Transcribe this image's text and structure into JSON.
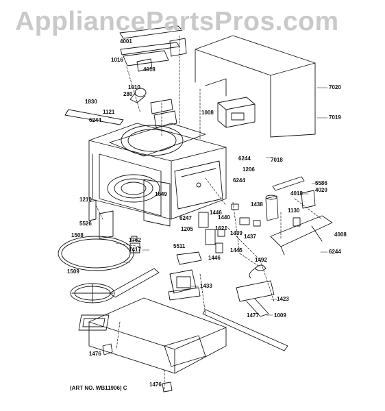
{
  "watermark": "AppliancePartsPros.com",
  "art_number": "(ART NO. WB11906) C",
  "parts": {
    "p4001": "4001",
    "p1016": "1016",
    "p4018a": "4018",
    "p1010": "1010",
    "p280": "280",
    "p1830": "1830",
    "p1121": "1121",
    "p6244a": "6244",
    "p1008": "1008",
    "p7020": "7020",
    "p7019": "7019",
    "p6244b": "6244",
    "p7018": "7018",
    "p1206": "1206",
    "p6244c": "6244",
    "p5586": "5586",
    "p4020": "4020",
    "p4018b": "4018",
    "p1210": "1210",
    "p1649": "1649",
    "p1438": "1438",
    "p5526": "5526",
    "p6247": "6247",
    "p1446a": "1446",
    "p1440": "1440",
    "p1130": "1130",
    "p4008": "4008",
    "p1205": "1205",
    "p1621": "1621",
    "p1439": "1439",
    "p1437": "1437",
    "p1508": "1508",
    "p1762": "1762",
    "p1417": "1417",
    "p5511": "5511",
    "p1445": "1445",
    "p1446b": "1446",
    "p6244d": "6244",
    "p1492": "1492",
    "p1509": "1509",
    "p1433": "1433",
    "p1423": "1423",
    "p1477": "1477",
    "p1009": "1009",
    "p1476a": "1476",
    "p1476b": "1476"
  }
}
